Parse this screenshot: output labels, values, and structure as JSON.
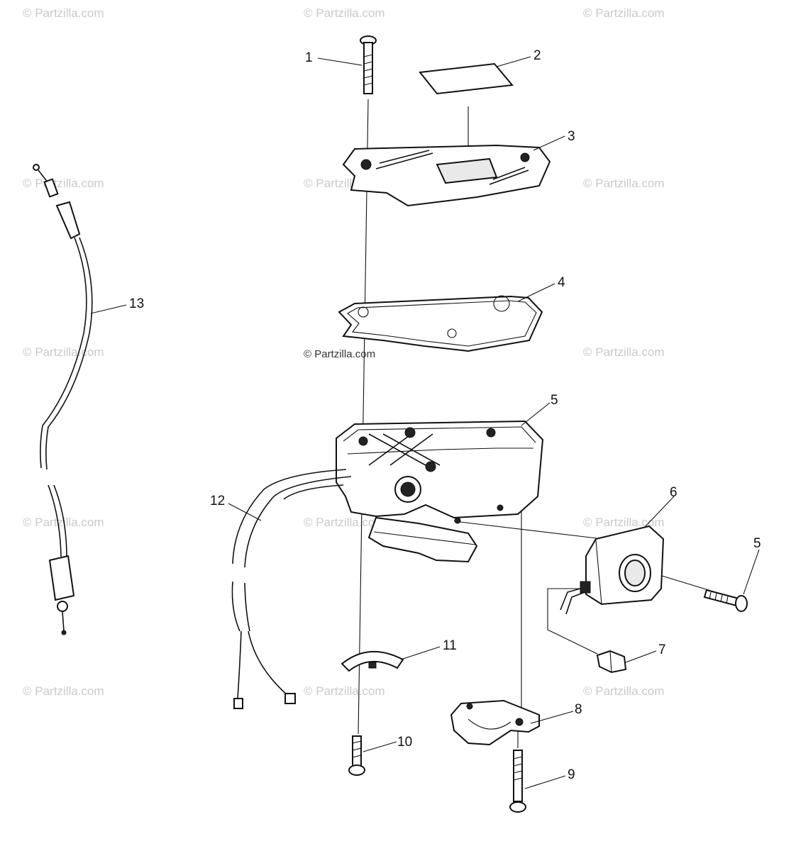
{
  "watermark": "© Partzilla.com",
  "callouts": {
    "c1": "1",
    "c2": "2",
    "c3": "3",
    "c4": "4",
    "c5a": "5",
    "c5b": "5",
    "c6": "6",
    "c7": "7",
    "c8": "8",
    "c9": "9",
    "c10": "10",
    "c11": "11",
    "c12": "12",
    "c13": "13"
  }
}
